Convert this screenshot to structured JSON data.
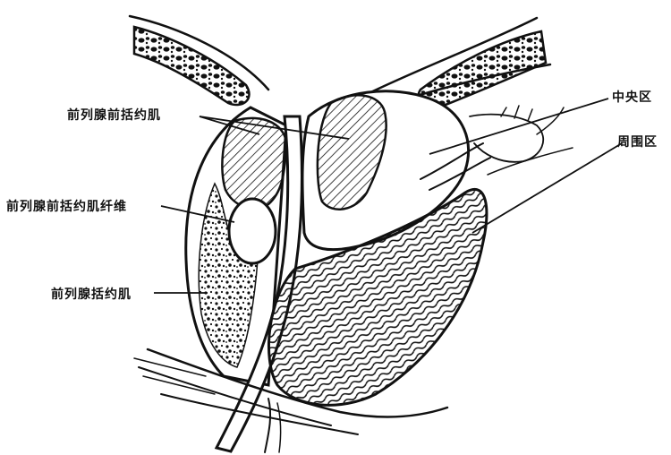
{
  "labels": {
    "preprostatic_sphincter": "前列腺前括约肌",
    "preprostatic_sphincter_fibers": "前列腺前括约肌纤维",
    "prostatic_sphincter": "前列腺括约肌",
    "central_zone": "中央区",
    "peripheral_zone": "周围区"
  },
  "colors": {
    "ink": "#111111",
    "background": "#ffffff"
  }
}
